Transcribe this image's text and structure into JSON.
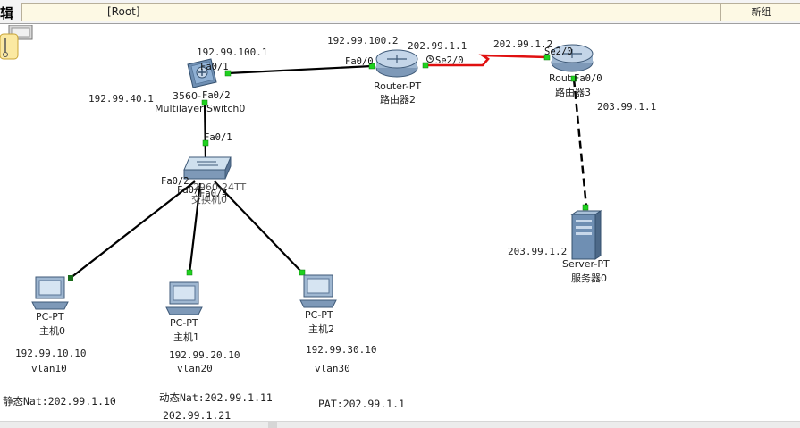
{
  "toolbar": {
    "edit_menu": "辑",
    "path": "[Root]",
    "new_button": "新组"
  },
  "devices": {
    "multilayer_switch": {
      "model": "3560-",
      "name": "Multilayer Switch0",
      "ip_fa01": "192.99.100.1",
      "ip_vlan40": "192.99.40.1"
    },
    "router2": {
      "model": "Router-PT",
      "name": "路由器2",
      "ip_fa00": "192.99.100.2",
      "ip_se20": "202.99.1.1"
    },
    "router3": {
      "model": "Rout",
      "name": "路由器3",
      "ip_se20": "202.99.1.2",
      "ip_fa00": "203.99.1.1"
    },
    "switch2960": {
      "model": "2960-24TT",
      "name": "交换机0"
    },
    "server": {
      "model": "Server-PT",
      "name": "服务器0",
      "ip": "203.99.1.2"
    },
    "pc0": {
      "model": "PC-PT",
      "name": "主机0",
      "ip": "192.99.10.10",
      "vlan": "vlan10"
    },
    "pc1": {
      "model": "PC-PT",
      "name": "主机1",
      "ip": "192.99.20.10",
      "vlan": "vlan20"
    },
    "pc2": {
      "model": "PC-PT",
      "name": "主机2",
      "ip": "192.99.30.10",
      "vlan": "vlan30"
    }
  },
  "ports": {
    "msw_fa01": "Fa0/1",
    "msw_fa02": "Fa0/2",
    "sw_fa01": "Fa0/1",
    "sw_fa02": "Fa0/2",
    "sw_fa03": "Fa0/",
    "sw_fa04": "Fa0/4",
    "r2_fa00": "Fa0/0",
    "r2_se20": "Se2/0",
    "r3_se20": "Se2/0",
    "r3_fa00": "Fa0/0"
  },
  "notes": {
    "static_nat": "静态Nat:202.99.1.10",
    "dynamic_nat": "动态Nat:202.99.1.11",
    "dynamic_nat_end": "202.99.1.21",
    "pat": "PAT:202.99.1.1"
  },
  "colors": {
    "link_up": "#1fd11f",
    "serial_link": "#e01010",
    "toolbar_field": "#fdf9e4"
  }
}
